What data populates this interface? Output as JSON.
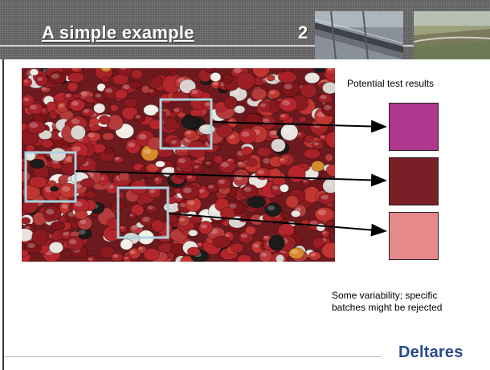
{
  "slide": {
    "title": "A simple example",
    "number": "2"
  },
  "caption_top": "Potential test results",
  "caption_bottom": [
    "Some variability; specific",
    "batches might be rejected"
  ],
  "logo": "Deltares",
  "colors": {
    "swatch_1": "#b0378e",
    "swatch_2": "#7a1e28",
    "swatch_3": "#e5898a",
    "selection_box": "#a9d3de",
    "arrow": "#000000"
  }
}
